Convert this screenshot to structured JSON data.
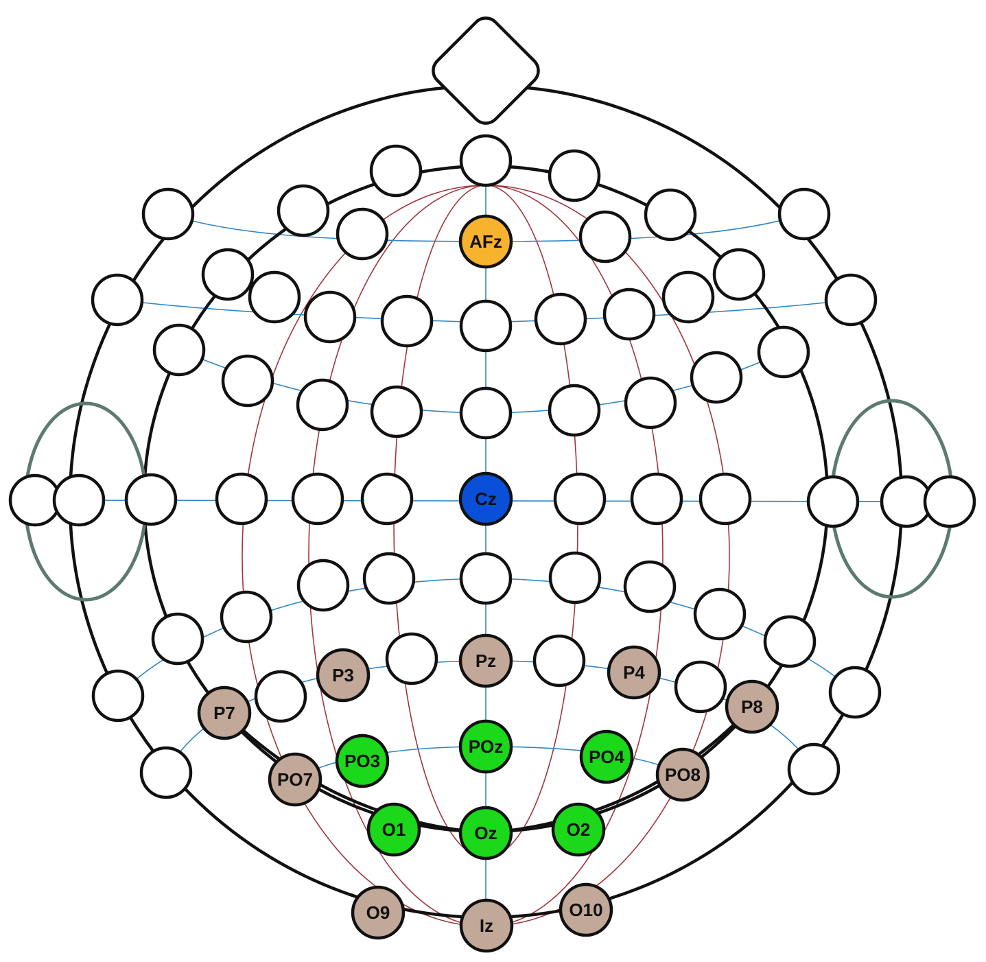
{
  "colors": {
    "outline": "#111111",
    "meridian": "#a0363c",
    "latitude": "#2f86c8",
    "ear": "#5d7a6e",
    "plain": "#ffffff",
    "reference": "#f7b22e",
    "ground": "#0a4fd8",
    "parietal": "#c2a898",
    "occipital": "#1bd81b"
  },
  "electrodes": [
    {
      "label": "AFz",
      "group": "reference"
    },
    {
      "label": "Cz",
      "group": "ground"
    },
    {
      "label": "Pz",
      "group": "parietal"
    },
    {
      "label": "P3",
      "group": "parietal"
    },
    {
      "label": "P4",
      "group": "parietal"
    },
    {
      "label": "P7",
      "group": "parietal"
    },
    {
      "label": "P8",
      "group": "parietal"
    },
    {
      "label": "PO7",
      "group": "parietal"
    },
    {
      "label": "PO8",
      "group": "parietal"
    },
    {
      "label": "O9",
      "group": "parietal"
    },
    {
      "label": "Iz",
      "group": "parietal"
    },
    {
      "label": "O10",
      "group": "parietal"
    },
    {
      "label": "POz",
      "group": "occipital"
    },
    {
      "label": "PO3",
      "group": "occipital"
    },
    {
      "label": "PO4",
      "group": "occipital"
    },
    {
      "label": "O1",
      "group": "occipital"
    },
    {
      "label": "Oz",
      "group": "occipital"
    },
    {
      "label": "O2",
      "group": "occipital"
    }
  ]
}
